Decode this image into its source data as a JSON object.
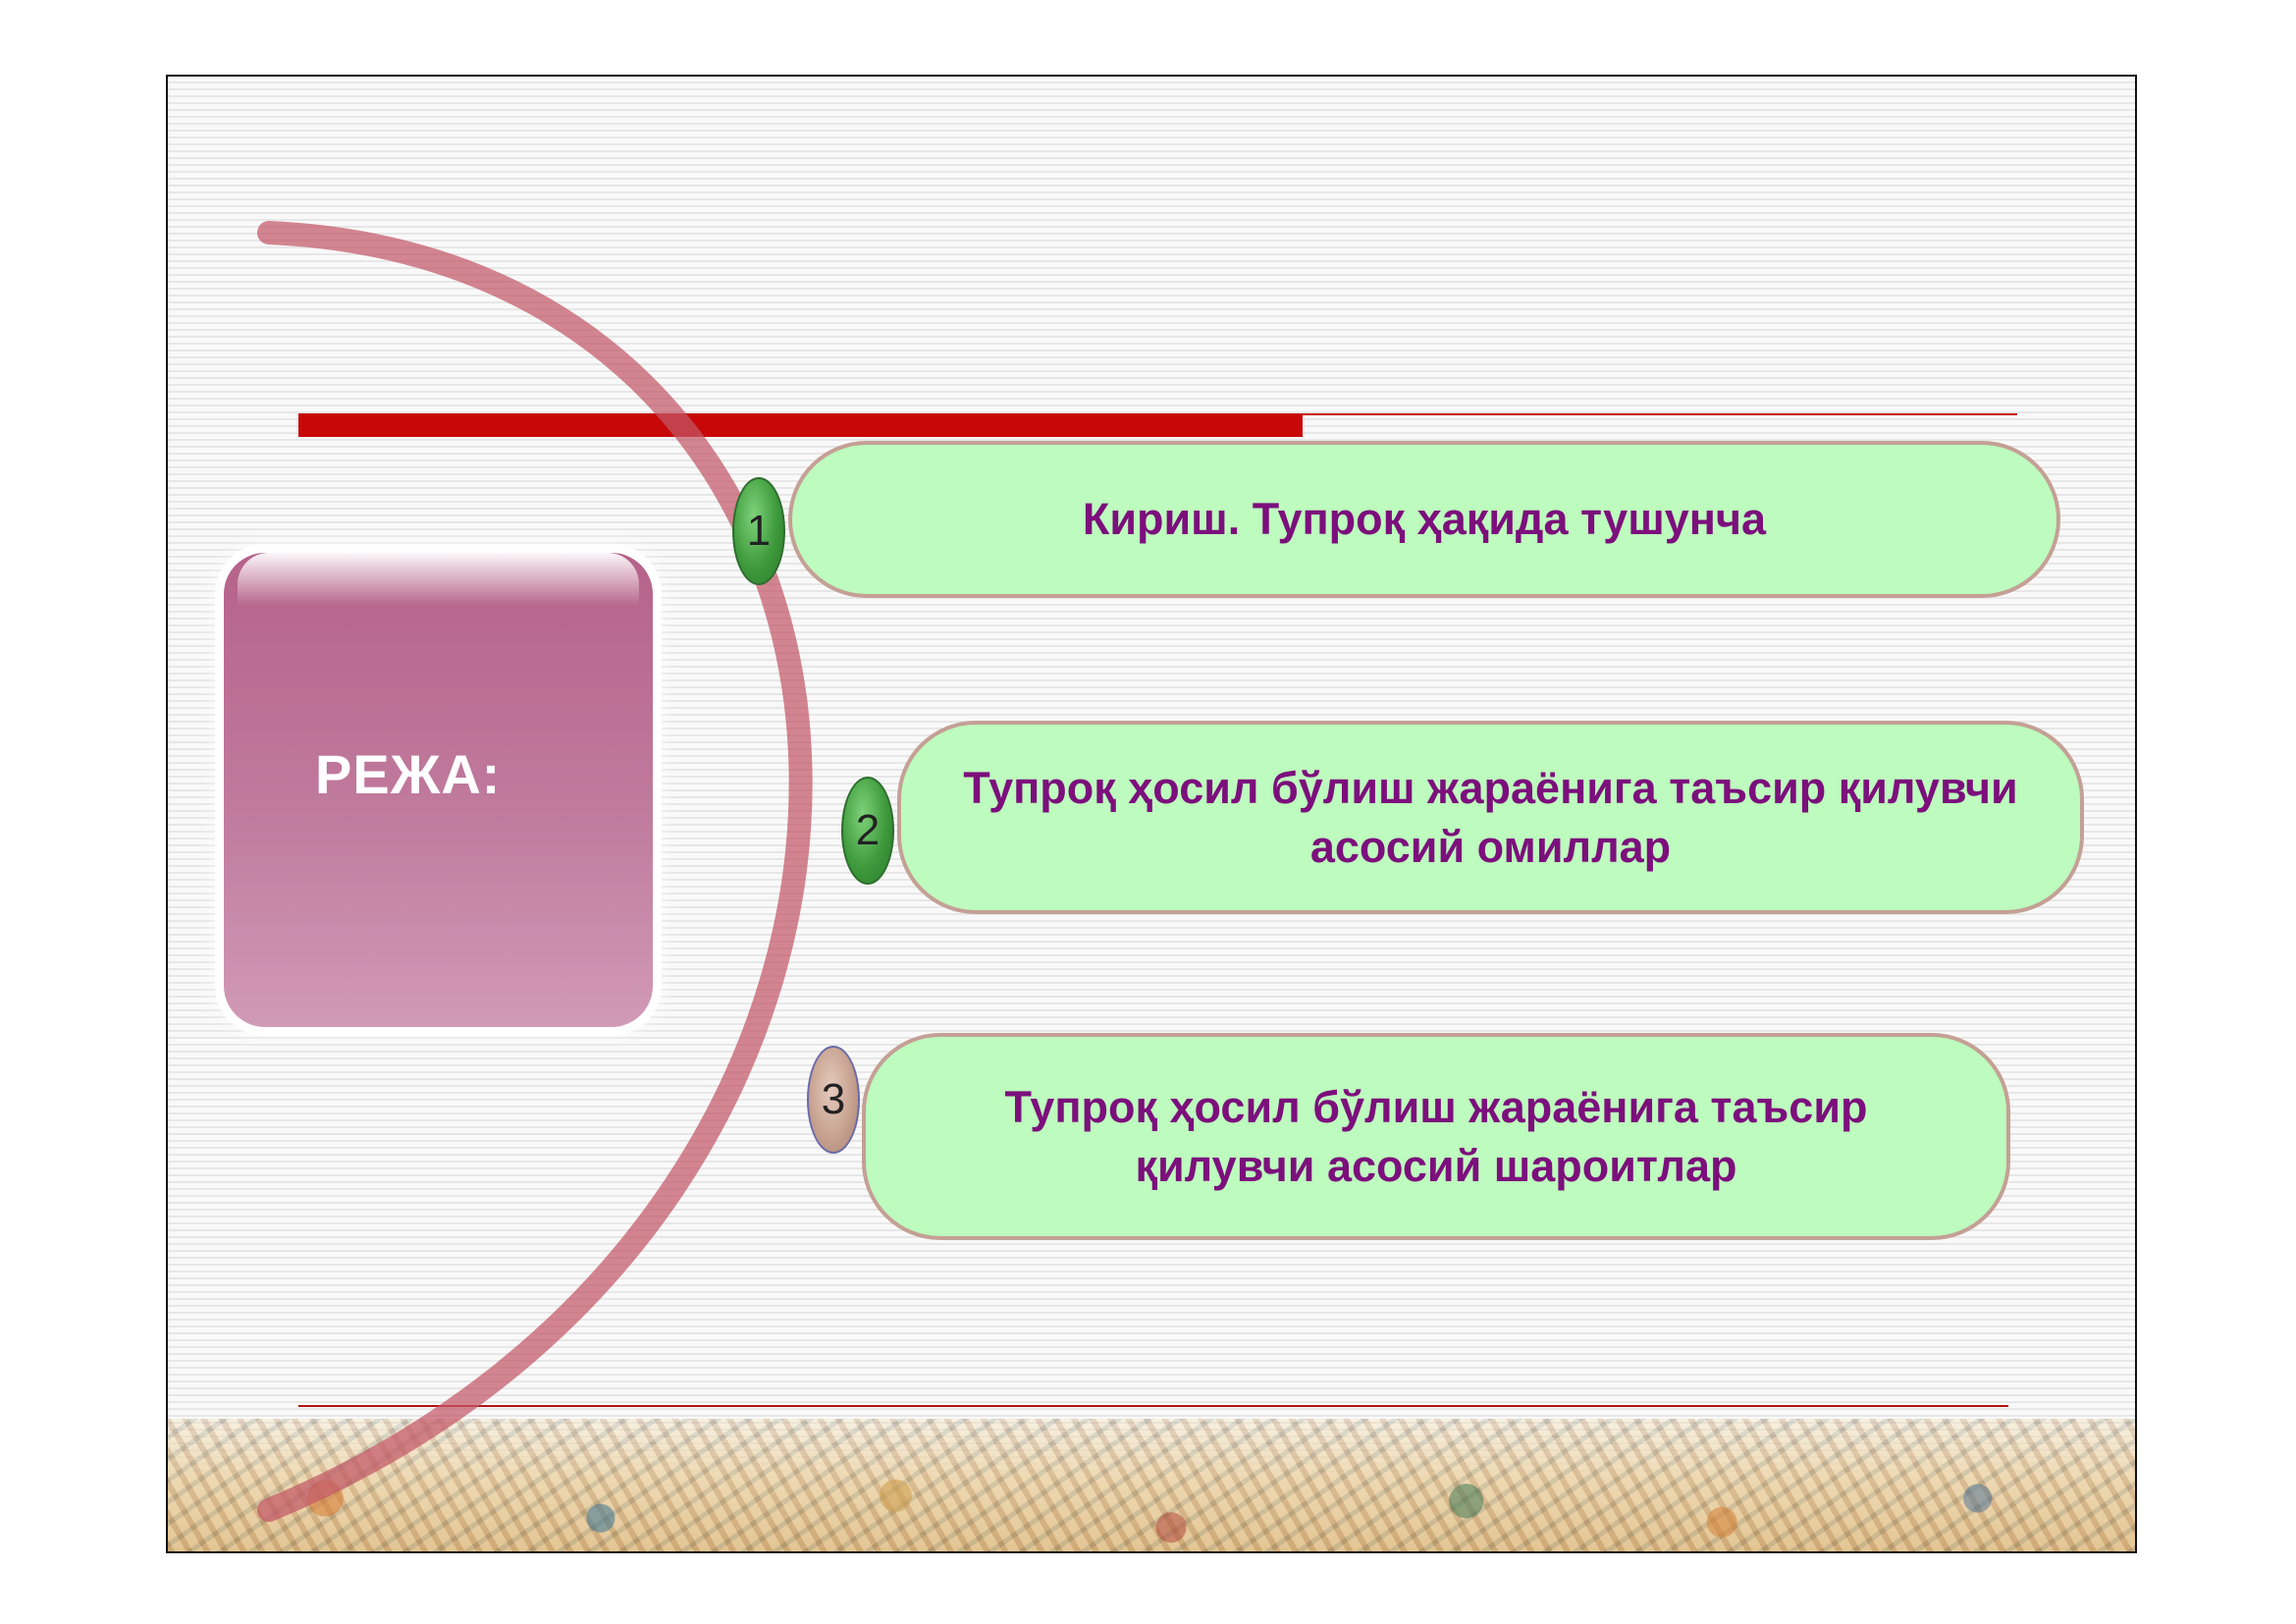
{
  "slide": {
    "title": "РЕЖА:",
    "items": [
      {
        "number": "1",
        "text": "Кириш. Тупроқ ҳақида тушунча"
      },
      {
        "number": "2",
        "text": "Тупроқ ҳосил бўлиш жараёнига таъсир қилувчи асосий омиллар"
      },
      {
        "number": "3",
        "text": "Тупроқ ҳосил бўлиш жараёнига таъсир қилувчи асосий шароитлар"
      }
    ]
  },
  "colors": {
    "accent_red": "#c80808",
    "title_box": "#b6628a",
    "pill_fill": "#bdfbbe",
    "pill_text": "#7c0f7c",
    "arc": "#c25866"
  }
}
